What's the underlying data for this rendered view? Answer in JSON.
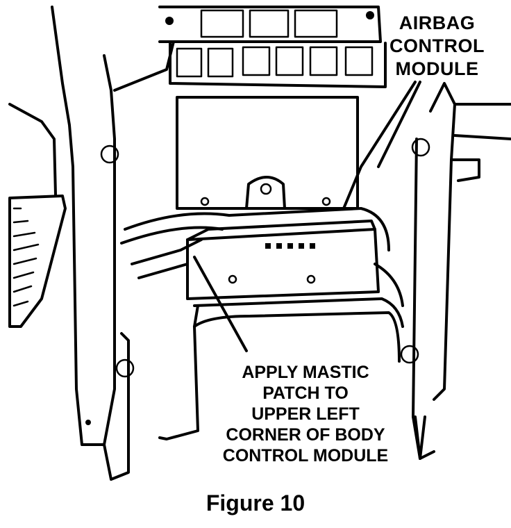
{
  "labels": {
    "airbag": [
      "AIRBAG",
      "CONTROL",
      "MODULE"
    ],
    "mastic": [
      "APPLY MASTIC",
      "PATCH TO",
      "UPPER LEFT",
      "CORNER OF BODY",
      "CONTROL MODULE"
    ]
  },
  "caption": "Figure 10",
  "colors": {
    "ink": "#000000",
    "paper": "#ffffff"
  }
}
